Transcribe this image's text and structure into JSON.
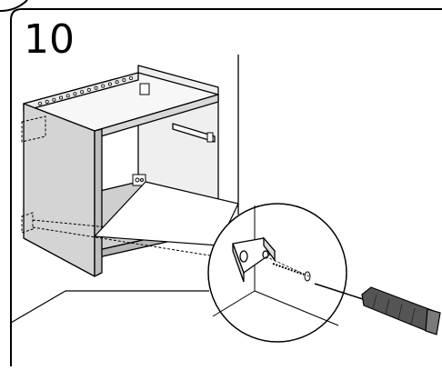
{
  "instruction_step": {
    "number": "10",
    "illustration": {
      "subject": "cabinet-assembly",
      "parts": [
        "cabinet-frame",
        "rail-with-holes",
        "wall-bracket",
        "screw",
        "screwdriver",
        "magnified-callout"
      ]
    }
  }
}
